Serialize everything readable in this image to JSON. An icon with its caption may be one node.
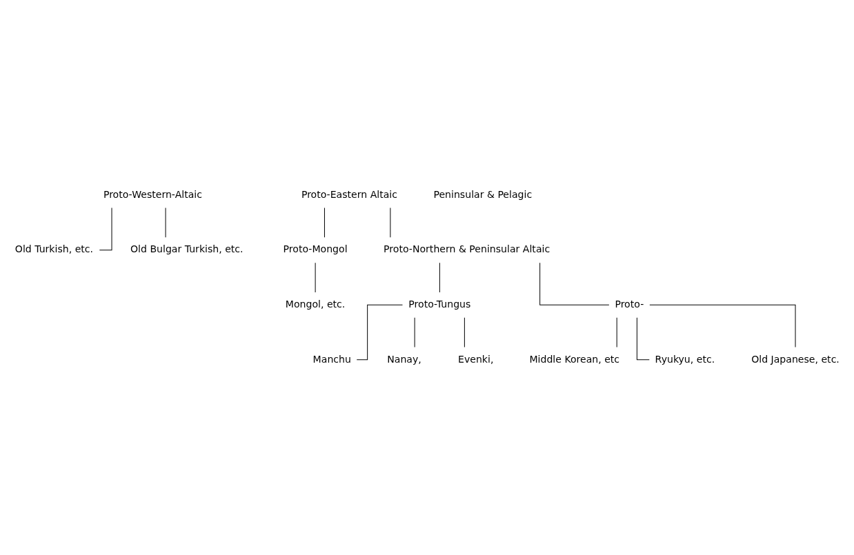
{
  "diagram": {
    "nodes": [
      {
        "text": [
          "Proto-Western-Altaic"
        ]
      },
      {
        "text": [
          "Proto-Eastern Altaic"
        ]
      },
      {
        "text": [
          "Proto-Mongol"
        ]
      },
      {
        "text": [
          "Proto-Northern & Peninsular Altaic"
        ]
      },
      {
        "text": [
          "Proto-Tungus"
        ]
      },
      {
        "text": [
          "Proto-"
        ]
      },
      {
        "text": [
          "Old Turkish, etc."
        ]
      },
      {
        "text": [
          "Old Bulgar Turkish, etc."
        ]
      },
      {
        "text": [
          "Mongol, etc."
        ]
      },
      {
        "text": [
          "Manchu"
        ]
      },
      {
        "text": [
          "Nanay,"
        ]
      },
      {
        "text": [
          "Evenki,"
        ]
      },
      {
        "text": [
          "Middle Korean, etc"
        ]
      },
      {
        "text": [
          "Ryukyu, etc."
        ]
      },
      {
        "text": [
          "Old Japanese, etc."
        ]
      }
    ],
    "edges": [
      {
        "from": 0,
        "to": 6,
        "arrow": "none"
      },
      {
        "from": 0,
        "to": 7,
        "arrow": "none"
      },
      {
        "from": 1,
        "to": 2,
        "arrow": "none"
      },
      {
        "from": 1,
        "to": 3,
        "arrow": "none"
      },
      {
        "from": 2,
        "to": 8,
        "arrow": "none"
      },
      {
        "from": 3,
        "to": 4,
        "arrow": "none"
      },
      {
        "from": 3,
        "to": 5,
        "arrow": "none"
      },
      {
        "from": 4,
        "to": 9,
        "arrow": "none"
      },
      {
        "from": 4,
        "to": 10,
        "arrow": "none"
      },
      {
        "from": 4,
        "to": 11,
        "arrow": "none"
      },
      {
        "from": 5,
        "to": 12,
        "arrow": "none"
      },
      {
        "from": 5,
        "to": 13,
        "arrow": "none"
      },
      {
        "from": 5,
        "to": 14,
        "arrow": "none"
      }
    ],
    "labels": [
      "Peninsular & Pelagic"
    ]
  }
}
